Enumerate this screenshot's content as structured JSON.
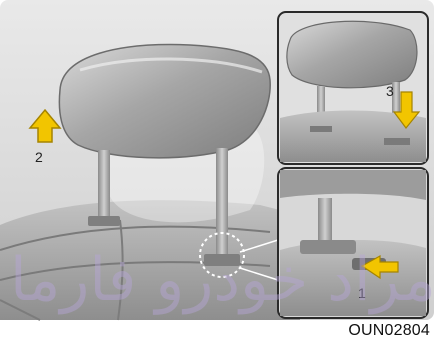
{
  "figure": {
    "callouts": {
      "step_1": "1",
      "step_2": "2",
      "step_3": "3"
    },
    "code": "OUN02804",
    "watermark_text": "مراد خودرو فارما"
  },
  "colors": {
    "background": "#ffffff",
    "panel_fill": "#d9d9d9",
    "seat_dark": "#9a9a9a",
    "seat_mid": "#b8b8b8",
    "seat_light": "#d6d6d6",
    "arrow_fill": "#f2c500",
    "arrow_stroke": "#a58400",
    "watermark": "#b7a6d8",
    "frame": "#2a2a2a"
  }
}
